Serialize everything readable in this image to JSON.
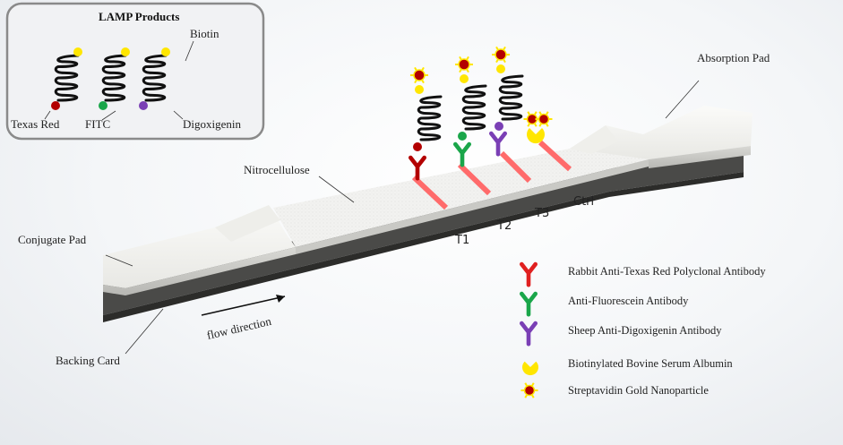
{
  "inset": {
    "title": "LAMP Products",
    "biotin_label": "Biotin",
    "texas_red_label": "Texas Red",
    "fitc_label": "FITC",
    "digoxigenin_label": "Digoxigenin"
  },
  "strip": {
    "absorption_pad": "Absorption Pad",
    "nitrocellulose": "Nitrocellulose",
    "conjugate_pad": "Conjugate Pad",
    "backing_card": "Backing Card",
    "flow_direction": "flow direction",
    "lanes": [
      "T1",
      "T2",
      "T3",
      "Ctrl"
    ]
  },
  "legend": [
    {
      "icon": "antibody-icon",
      "color": "#e02020",
      "text": "Rabbit Anti-Texas Red Polyclonal Antibody"
    },
    {
      "icon": "antibody-icon",
      "color": "#1aa64a",
      "text": "Anti-Fluorescein Antibody"
    },
    {
      "icon": "antibody-icon",
      "color": "#7a3fb5",
      "text": "Sheep Anti-Digoxigenin Antibody"
    },
    {
      "icon": "bsa-icon",
      "color": "#ffe600",
      "text": "Biotinylated Bovine Serum Albumin"
    },
    {
      "icon": "gold-nanoparticle-icon",
      "color": "#b30000",
      "text": "Streptavidin Gold Nanoparticle"
    }
  ],
  "colors": {
    "texas_red": "#b30000",
    "fitc": "#1aa64a",
    "digoxigenin": "#7a3fb5",
    "biotin": "#ffe600",
    "test_line": "#ff6b6b"
  }
}
